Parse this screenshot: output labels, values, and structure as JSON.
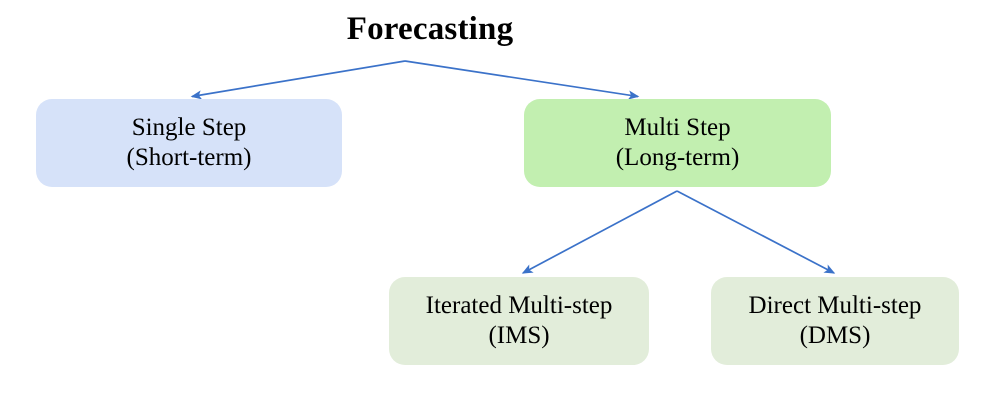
{
  "diagram": {
    "title": "Forecasting",
    "type": "tree-hierarchy",
    "background_color": "#FFFFFF",
    "arrow_color": "#3B72C9",
    "nodes": [
      {
        "id": "forecasting",
        "label": "Forecasting",
        "line1": "Forecasting",
        "line2": "",
        "fill": "none",
        "level": 0
      },
      {
        "id": "single-step",
        "line1": "Single Step",
        "line2": "(Short-term)",
        "fill": "#D6E2F9",
        "level": 1
      },
      {
        "id": "multi-step",
        "line1": "Multi Step",
        "line2": "(Long-term)",
        "fill": "#C2EFB0",
        "level": 1
      },
      {
        "id": "ims",
        "line1": "Iterated Multi-step",
        "line2": "(IMS)",
        "fill": "#E2EDDA",
        "level": 2
      },
      {
        "id": "dms",
        "line1": "Direct Multi-step",
        "line2": "(DMS)",
        "fill": "#E2EDDA",
        "level": 2
      }
    ],
    "edges": [
      {
        "from": "forecasting",
        "to": "single-step"
      },
      {
        "from": "forecasting",
        "to": "multi-step"
      },
      {
        "from": "multi-step",
        "to": "ims"
      },
      {
        "from": "multi-step",
        "to": "dms"
      }
    ]
  }
}
